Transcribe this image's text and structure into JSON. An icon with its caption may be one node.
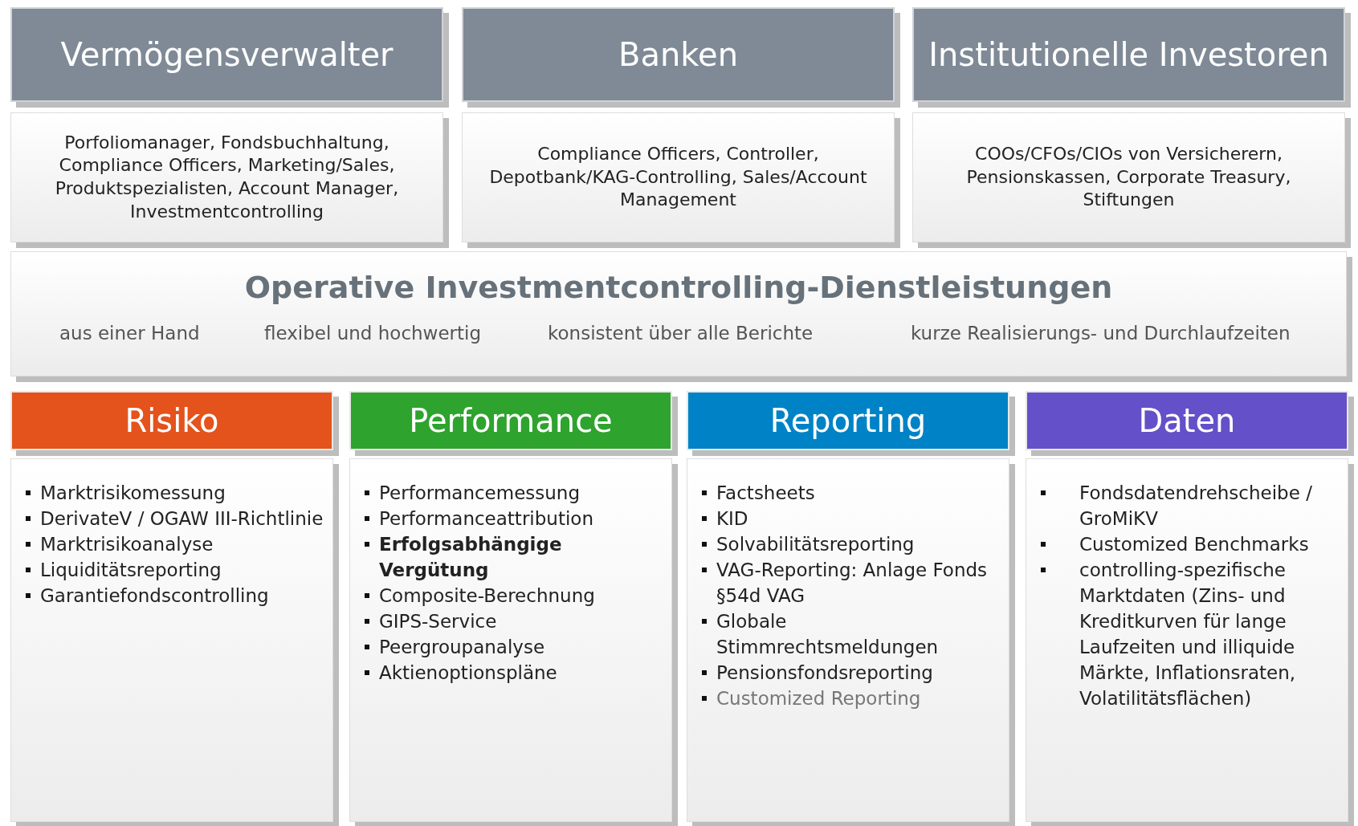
{
  "diagram": {
    "nodes": [
      {
        "text": [
          "Vermögensverwalter"
        ]
      },
      {
        "text": [
          "Banken"
        ]
      },
      {
        "text": [
          "Institutionelle Investoren"
        ]
      },
      {
        "text": [
          "Porfoliomanager, Fondsbuchhaltung, Compliance Officers, Marketing/Sales, Produktspezialisten, Account Manager, Investmentcontrolling"
        ]
      },
      {
        "text": [
          "Compliance Officers, Controller, Depotbank/KAG-Controlling, Sales/Account Management"
        ]
      },
      {
        "text": [
          "COOs/CFOs/CIOs von Versicherern, Pensionskassen, Corporate Treasury, Stiftungen"
        ]
      },
      {
        "text": [
          "Operative Investmentcontrolling-Dienstleistungen",
          "aus einer Hand",
          "flexibel und hochwertig",
          "konsistent über alle Berichte",
          "kurze Realisierungs- und Durchlaufzeiten"
        ]
      },
      {
        "text": [
          "Risiko"
        ]
      },
      {
        "text": [
          "Performance"
        ]
      },
      {
        "text": [
          "Reporting"
        ]
      },
      {
        "text": [
          "Daten"
        ]
      },
      {
        "text": [
          "Marktrisikomessung",
          "DerivateV / OGAW III-Richtlinie",
          "Marktrisikoanalyse",
          "Liquiditätsreporting",
          "Garantiefondscontrolling"
        ]
      },
      {
        "text": [
          "Performancemessung",
          "Performanceattribution",
          "**Erfolgsabhängige Vergütung**",
          "Composite-Berechnung",
          "GIPS-Service",
          "Peergroupanalyse",
          "Aktienoptionspläne"
        ]
      },
      {
        "text": [
          "Factsheets",
          "KID",
          "Solvabilitätsreporting",
          "VAG-Reporting: Anlage Fonds §54d VAG",
          "Globale Stimmrechtsmeldungen",
          "Pensionsfondsreporting",
          "Customized Reporting"
        ]
      },
      {
        "text": [
          "Fondsdatendrehscheibe / GroMiKV",
          "Customized Benchmarks",
          "controlling-spezifische Marktdaten (Zins- und Kreditkurven für lange Laufzeiten und illiquide Märkte, Inflationsraten, Volatilitätsflächen)"
        ]
      }
    ]
  }
}
